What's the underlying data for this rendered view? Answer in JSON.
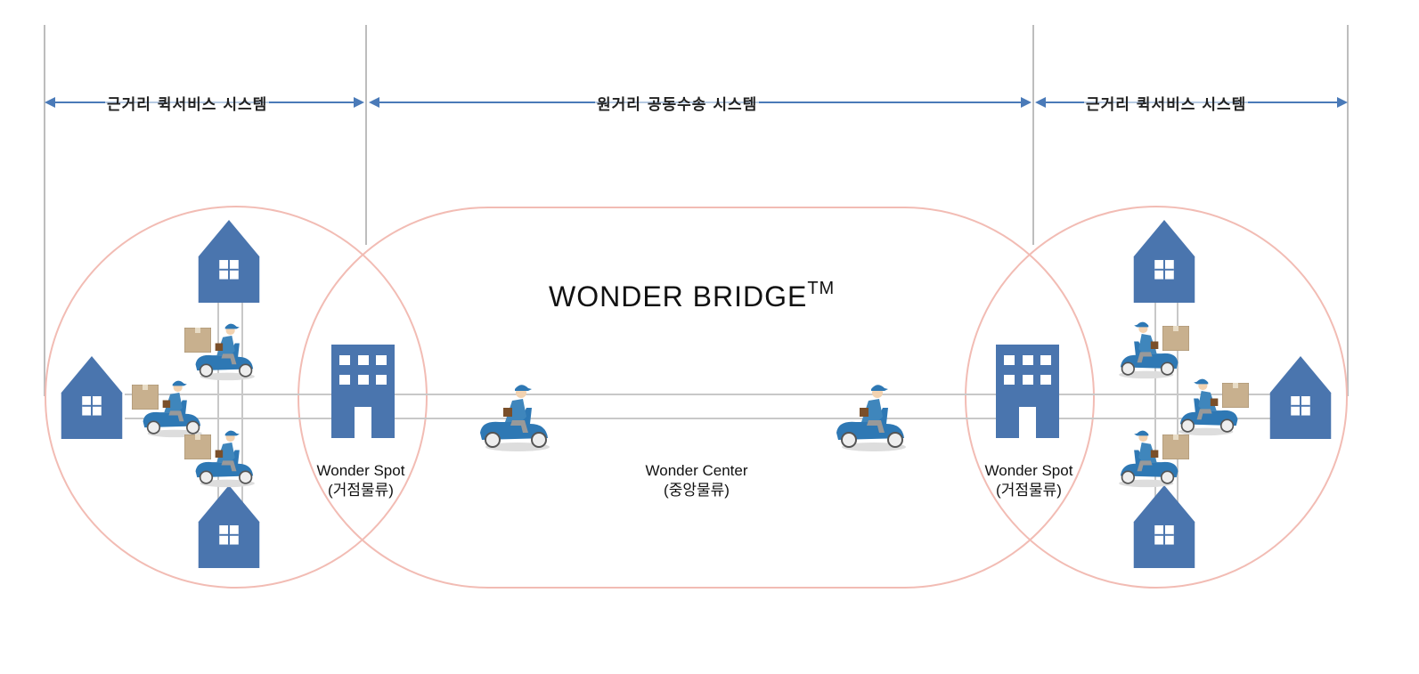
{
  "sections": {
    "left": "근거리 퀵서비스 시스템",
    "middle": "원거리 공동수송 시스템",
    "right": "근거리 퀵서비스 시스템"
  },
  "title": {
    "main": "WONDER BRIDGE",
    "mark": "TM"
  },
  "nodes": {
    "left_spot": {
      "name": "Wonder Spot",
      "sub": "(거점물류)"
    },
    "center": {
      "name": "Wonder Center",
      "sub": "(중앙물류)"
    },
    "right_spot": {
      "name": "Wonder Spot",
      "sub": "(거점물류)"
    }
  },
  "colors": {
    "blue": "#4a75ae",
    "arrow": "#4a7ab8",
    "ring": "#f2bcb4",
    "grid": "#c8c8c8"
  }
}
